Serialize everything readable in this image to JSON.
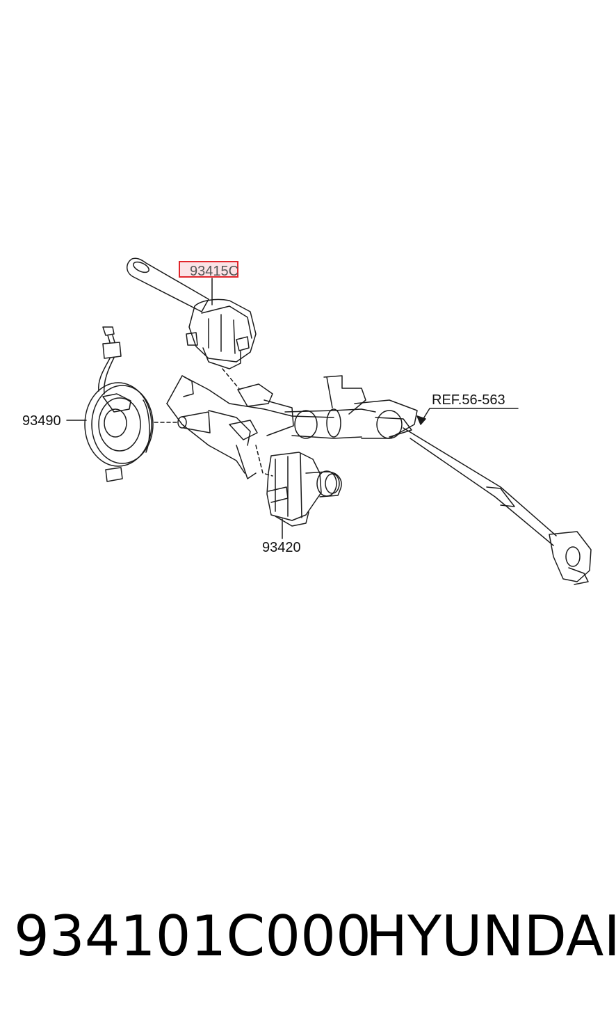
{
  "callouts": {
    "highlighted": "93415C",
    "clock_spring": "93490",
    "switch_right": "93420",
    "reference": "REF.56-563"
  },
  "footer": {
    "part_number": "934101C000",
    "brand": "HYUNDAI"
  },
  "colors": {
    "highlight_border": "#e0252b",
    "highlight_fill": "#fbe3e6",
    "line": "#1a1a1a"
  }
}
